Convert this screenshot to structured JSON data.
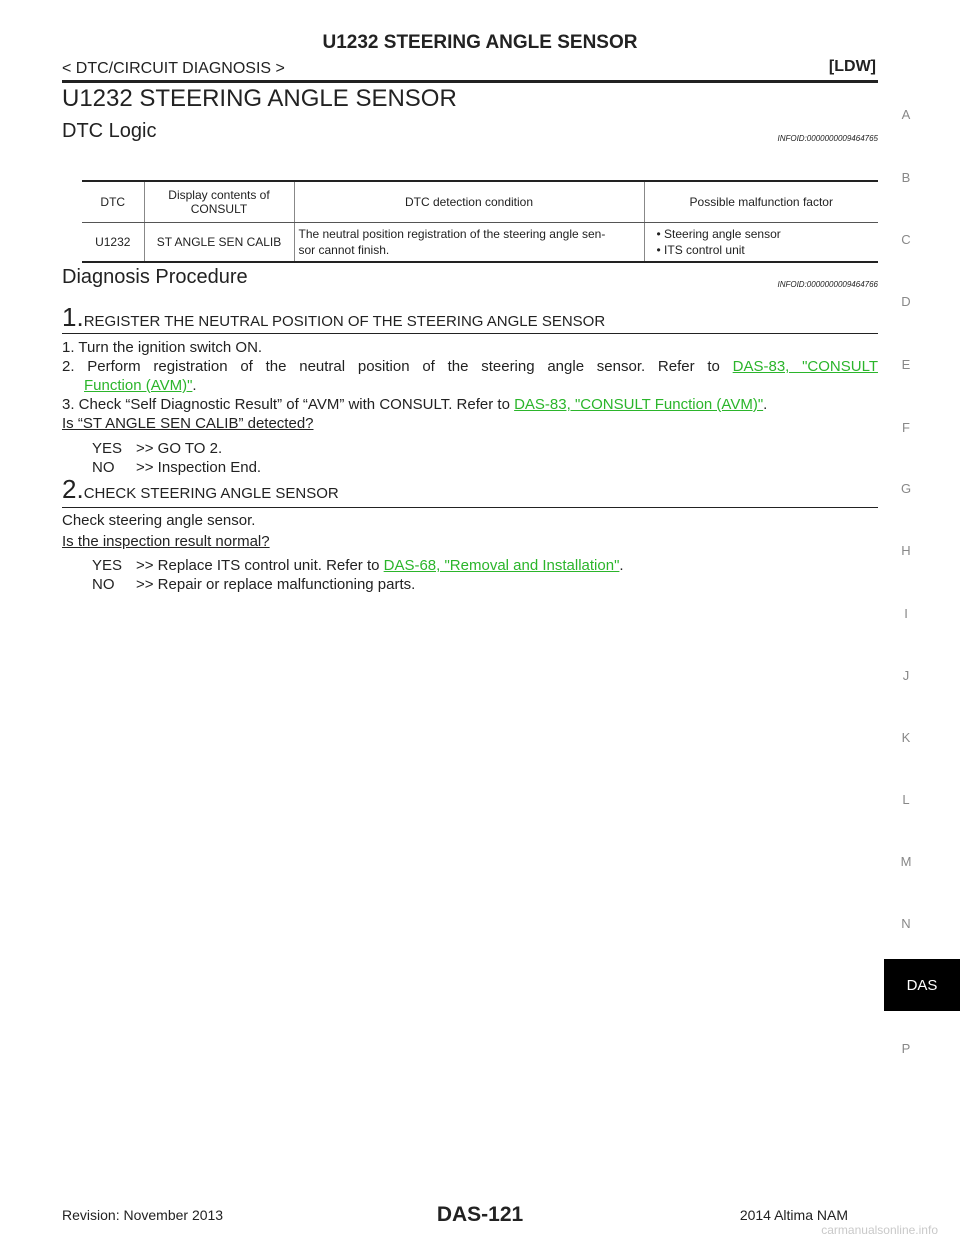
{
  "header": {
    "title": "U1232 STEERING ANGLE SENSOR",
    "section": "< DTC/CIRCUIT DIAGNOSIS >",
    "code": "[LDW]"
  },
  "main_title": "U1232 STEERING ANGLE SENSOR",
  "dtc_logic": {
    "heading": "DTC Logic",
    "infoid": "INFOID:0000000009464765",
    "table": {
      "headers": [
        "DTC",
        "Display contents of CONSULT",
        "DTC detection condition",
        "Possible malfunction factor"
      ],
      "row": {
        "dtc": "U1232",
        "display": "ST ANGLE SEN CALIB",
        "condition_line1": "The neutral position registration of the steering angle sen-",
        "condition_line2": "sor cannot finish.",
        "factors": [
          "• Steering angle sensor",
          "• ITS control unit"
        ]
      }
    }
  },
  "diagnosis": {
    "heading": "Diagnosis Procedure",
    "infoid": "INFOID:0000000009464766",
    "step1": {
      "num": "1.",
      "title": "REGISTER THE NEUTRAL POSITION OF THE STEERING ANGLE SENSOR",
      "items": {
        "i1": "1. Turn the ignition switch ON.",
        "i2_pre": "2. Perform registration of the neutral position of the steering angle sensor. Refer to ",
        "i2_link_a": "DAS-83, \"CONSULT",
        "i2_link_b": "Function (AVM)\"",
        "i3_pre": "3. Check “Self Diagnostic Result” of “AVM” with CONSULT. Refer to ",
        "i3_link": "DAS-83, \"CONSULT Function (AVM)\""
      },
      "question": "Is “ST ANGLE SEN CALIB” detected?",
      "yes_key": "YES",
      "yes_text": ">> GO TO 2.",
      "no_key": "NO",
      "no_text": ">> Inspection End."
    },
    "step2": {
      "num": "2.",
      "title": "CHECK STEERING ANGLE SENSOR",
      "body": "Check steering angle sensor.",
      "question": "Is the inspection result normal?",
      "yes_key": "YES",
      "yes_pre": ">> Replace ITS control unit. Refer to ",
      "yes_link": "DAS-68, \"Removal and Installation\"",
      "no_key": "NO",
      "no_text": ">> Repair or replace malfunctioning parts."
    }
  },
  "side_index": [
    "A",
    "B",
    "C",
    "D",
    "E",
    "F",
    "G",
    "H",
    "I",
    "J",
    "K",
    "L",
    "M",
    "N",
    "P"
  ],
  "side_tab": "DAS",
  "footer": {
    "revision": "Revision: November 2013",
    "page": "DAS-121",
    "model": "2014 Altima NAM",
    "watermark": "carmanualsonline.info"
  }
}
